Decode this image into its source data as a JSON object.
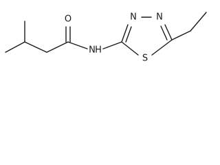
{
  "molecule": {
    "atoms": {
      "oxygen": "O",
      "amide_nitrogen": "N",
      "amide_hydrogen": "H",
      "ring_nitrogen_left": "N",
      "ring_nitrogen_right": "N",
      "ring_sulfur": "S"
    }
  }
}
